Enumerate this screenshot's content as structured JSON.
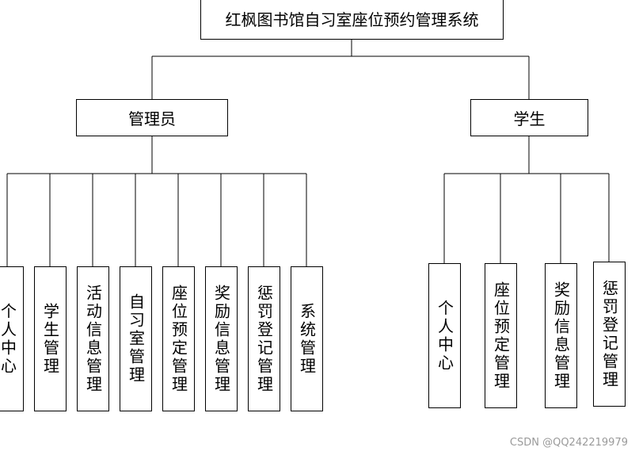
{
  "root": {
    "label": "红枫图书馆自习室座位预约管理系统"
  },
  "roles": [
    {
      "label": "管理员",
      "modules": [
        "个人中心",
        "学生管理",
        "活动信息管理",
        "自习室管理",
        "座位预定管理",
        "奖励信息管理",
        "惩罚登记管理",
        "系统管理"
      ]
    },
    {
      "label": "学生",
      "modules": [
        "个人中心",
        "座位预定管理",
        "奖励信息管理",
        "惩罚登记管理"
      ]
    }
  ],
  "watermark": "CSDN @QQ242219979",
  "colors": {
    "line": "#000000",
    "watermark": "#9a9a9a"
  }
}
